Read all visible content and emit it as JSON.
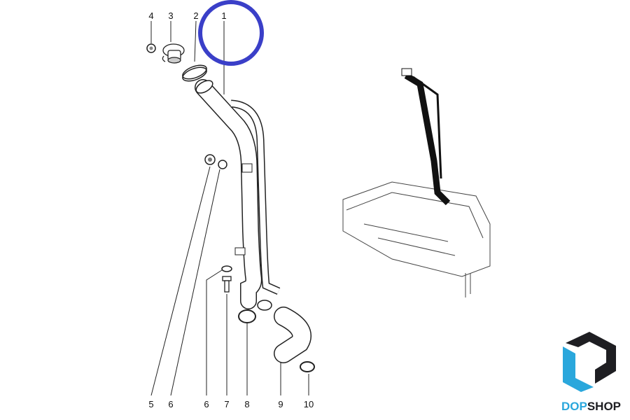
{
  "diagram": {
    "callouts_top": [
      "4",
      "3",
      "2",
      "1"
    ],
    "callouts_bottom": [
      "5",
      "6",
      "6",
      "7",
      "8",
      "9",
      "10"
    ],
    "highlight_color": "#3a3fc8",
    "highlighted_part": "1"
  },
  "logo": {
    "text_part1": "DOP",
    "text_part2": "SHOP",
    "color_accent": "#2aa7dc",
    "color_dark": "#1e1e22"
  }
}
